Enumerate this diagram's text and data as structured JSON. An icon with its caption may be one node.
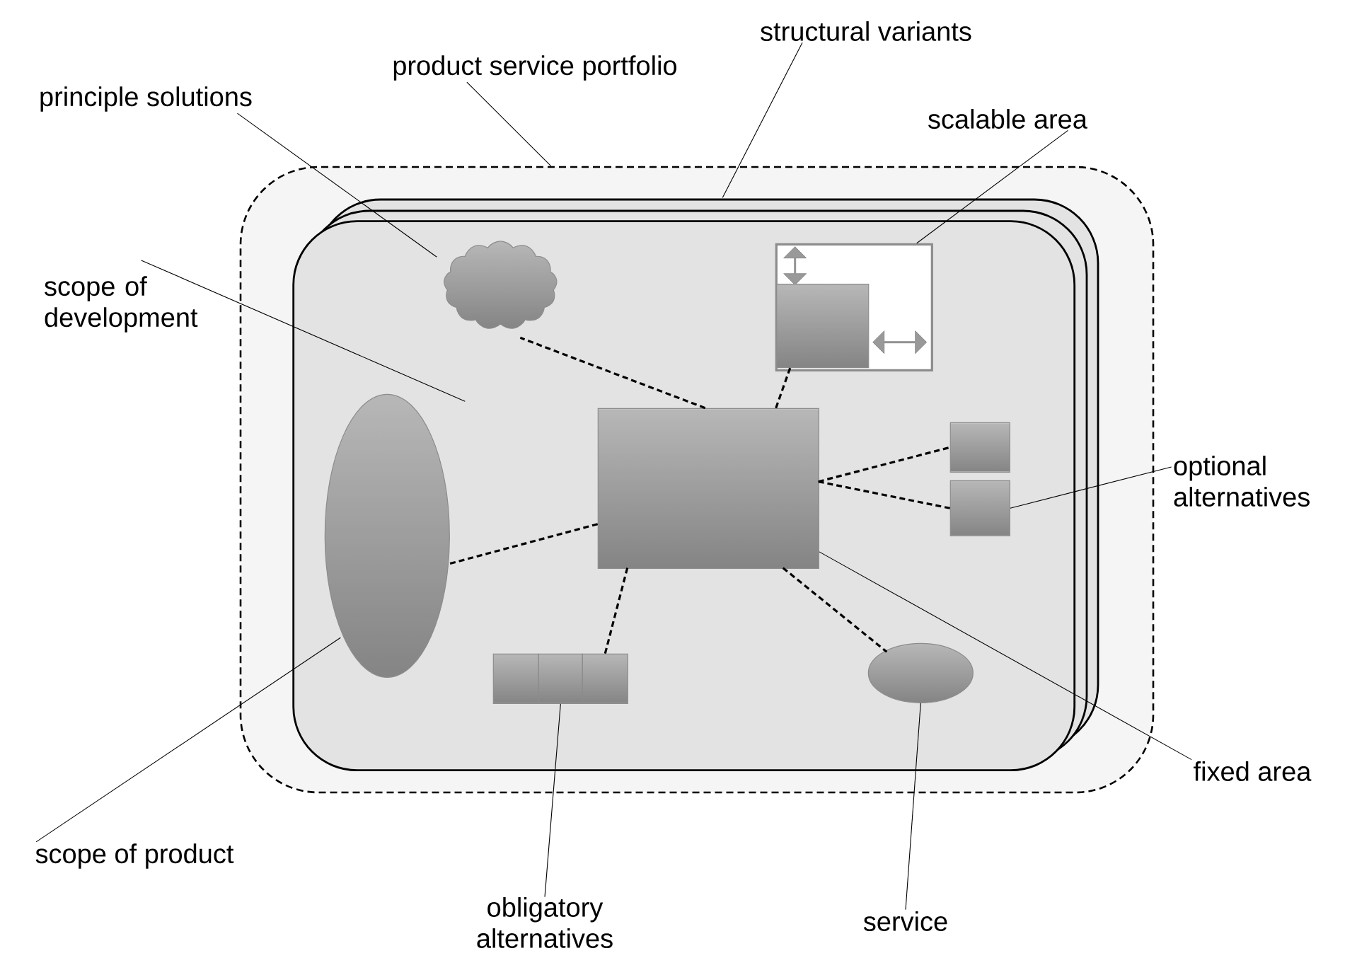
{
  "diagram": {
    "nodes": [
      {
        "text": [
          "structural variants"
        ]
      },
      {
        "text": [
          "product service portfolio"
        ]
      },
      {
        "text": [
          "principle solutions"
        ]
      },
      {
        "text": [
          "scalable area"
        ]
      },
      {
        "text": [],
        "shape": "box"
      },
      {
        "text": [],
        "shape": "box",
        "in": 4
      },
      {
        "text": [],
        "shape": "cloud",
        "in": 5
      },
      {
        "text": [],
        "shape": "box",
        "in": 5
      },
      {
        "text": [],
        "shape": "box",
        "in": 7
      },
      {
        "text": [
          "scope of development"
        ]
      },
      {
        "text": [],
        "shape": "box",
        "in": 5
      },
      {
        "text": [],
        "shape": "box",
        "in": 5
      },
      {
        "text": [],
        "shape": "box",
        "in": 5
      },
      {
        "text": [
          "optional alternatives"
        ]
      },
      {
        "text": [],
        "shape": "ellipse",
        "in": 5
      },
      {
        "text": [],
        "shape": "box",
        "in": 5
      },
      {
        "text": [],
        "shape": "box",
        "in": 5
      },
      {
        "text": [],
        "shape": "box",
        "in": 5
      },
      {
        "text": [],
        "shape": "ellipse",
        "in": 5
      },
      {
        "text": [
          "fixed area"
        ]
      },
      {
        "text": [
          "scope of product"
        ]
      },
      {
        "text": [
          "service"
        ]
      },
      {
        "text": [
          "obligatory alternatives"
        ]
      }
    ],
    "edges": [
      {
        "from": 0,
        "to": 5,
        "arrow": "none"
      },
      {
        "from": 1,
        "to": 4,
        "arrow": "none"
      },
      {
        "from": 2,
        "to": 6,
        "arrow": "none"
      },
      {
        "from": 3,
        "to": 7,
        "arrow": "none"
      },
      {
        "from": 9,
        "to": 5,
        "arrow": "none"
      },
      {
        "from": 13,
        "to": 12,
        "arrow": "none"
      },
      {
        "from": 20,
        "to": 14,
        "arrow": "none"
      },
      {
        "from": 19,
        "to": 10,
        "arrow": "none"
      },
      {
        "from": 22,
        "to": 16,
        "arrow": "none"
      },
      {
        "from": 21,
        "to": 18,
        "arrow": "none"
      },
      {
        "from": 10,
        "to": 6,
        "arrow": "none",
        "style": "dashed"
      },
      {
        "from": 10,
        "to": 8,
        "arrow": "none",
        "style": "dashed"
      },
      {
        "from": 10,
        "to": 14,
        "arrow": "none",
        "style": "dashed"
      },
      {
        "from": 10,
        "to": 11,
        "arrow": "none",
        "style": "dashed"
      },
      {
        "from": 10,
        "to": 12,
        "arrow": "none",
        "style": "dashed"
      },
      {
        "from": 10,
        "to": 17,
        "arrow": "none",
        "style": "dashed"
      },
      {
        "from": 10,
        "to": 18,
        "arrow": "none",
        "style": "dashed"
      }
    ]
  }
}
